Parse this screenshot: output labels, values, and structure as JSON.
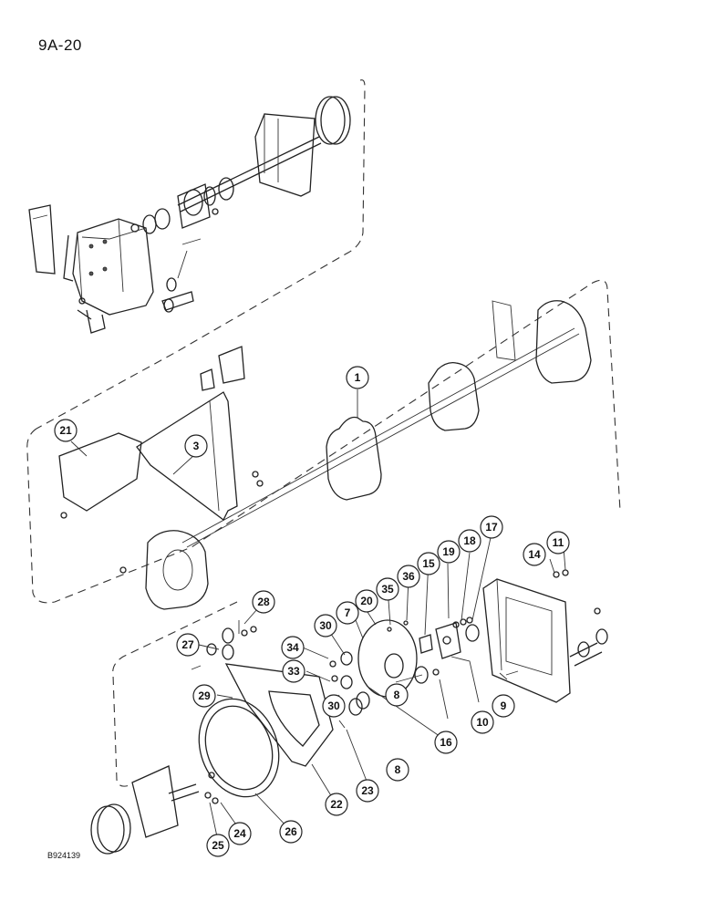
{
  "page": {
    "label": "9A-20",
    "figure_code": "B924139"
  },
  "callouts": [
    "1",
    "3",
    "7",
    "8",
    "8",
    "9",
    "10",
    "11",
    "14",
    "15",
    "16",
    "17",
    "18",
    "19",
    "20",
    "21",
    "22",
    "23",
    "24",
    "25",
    "26",
    "27",
    "28",
    "29",
    "30",
    "30",
    "33",
    "34",
    "35",
    "36"
  ]
}
